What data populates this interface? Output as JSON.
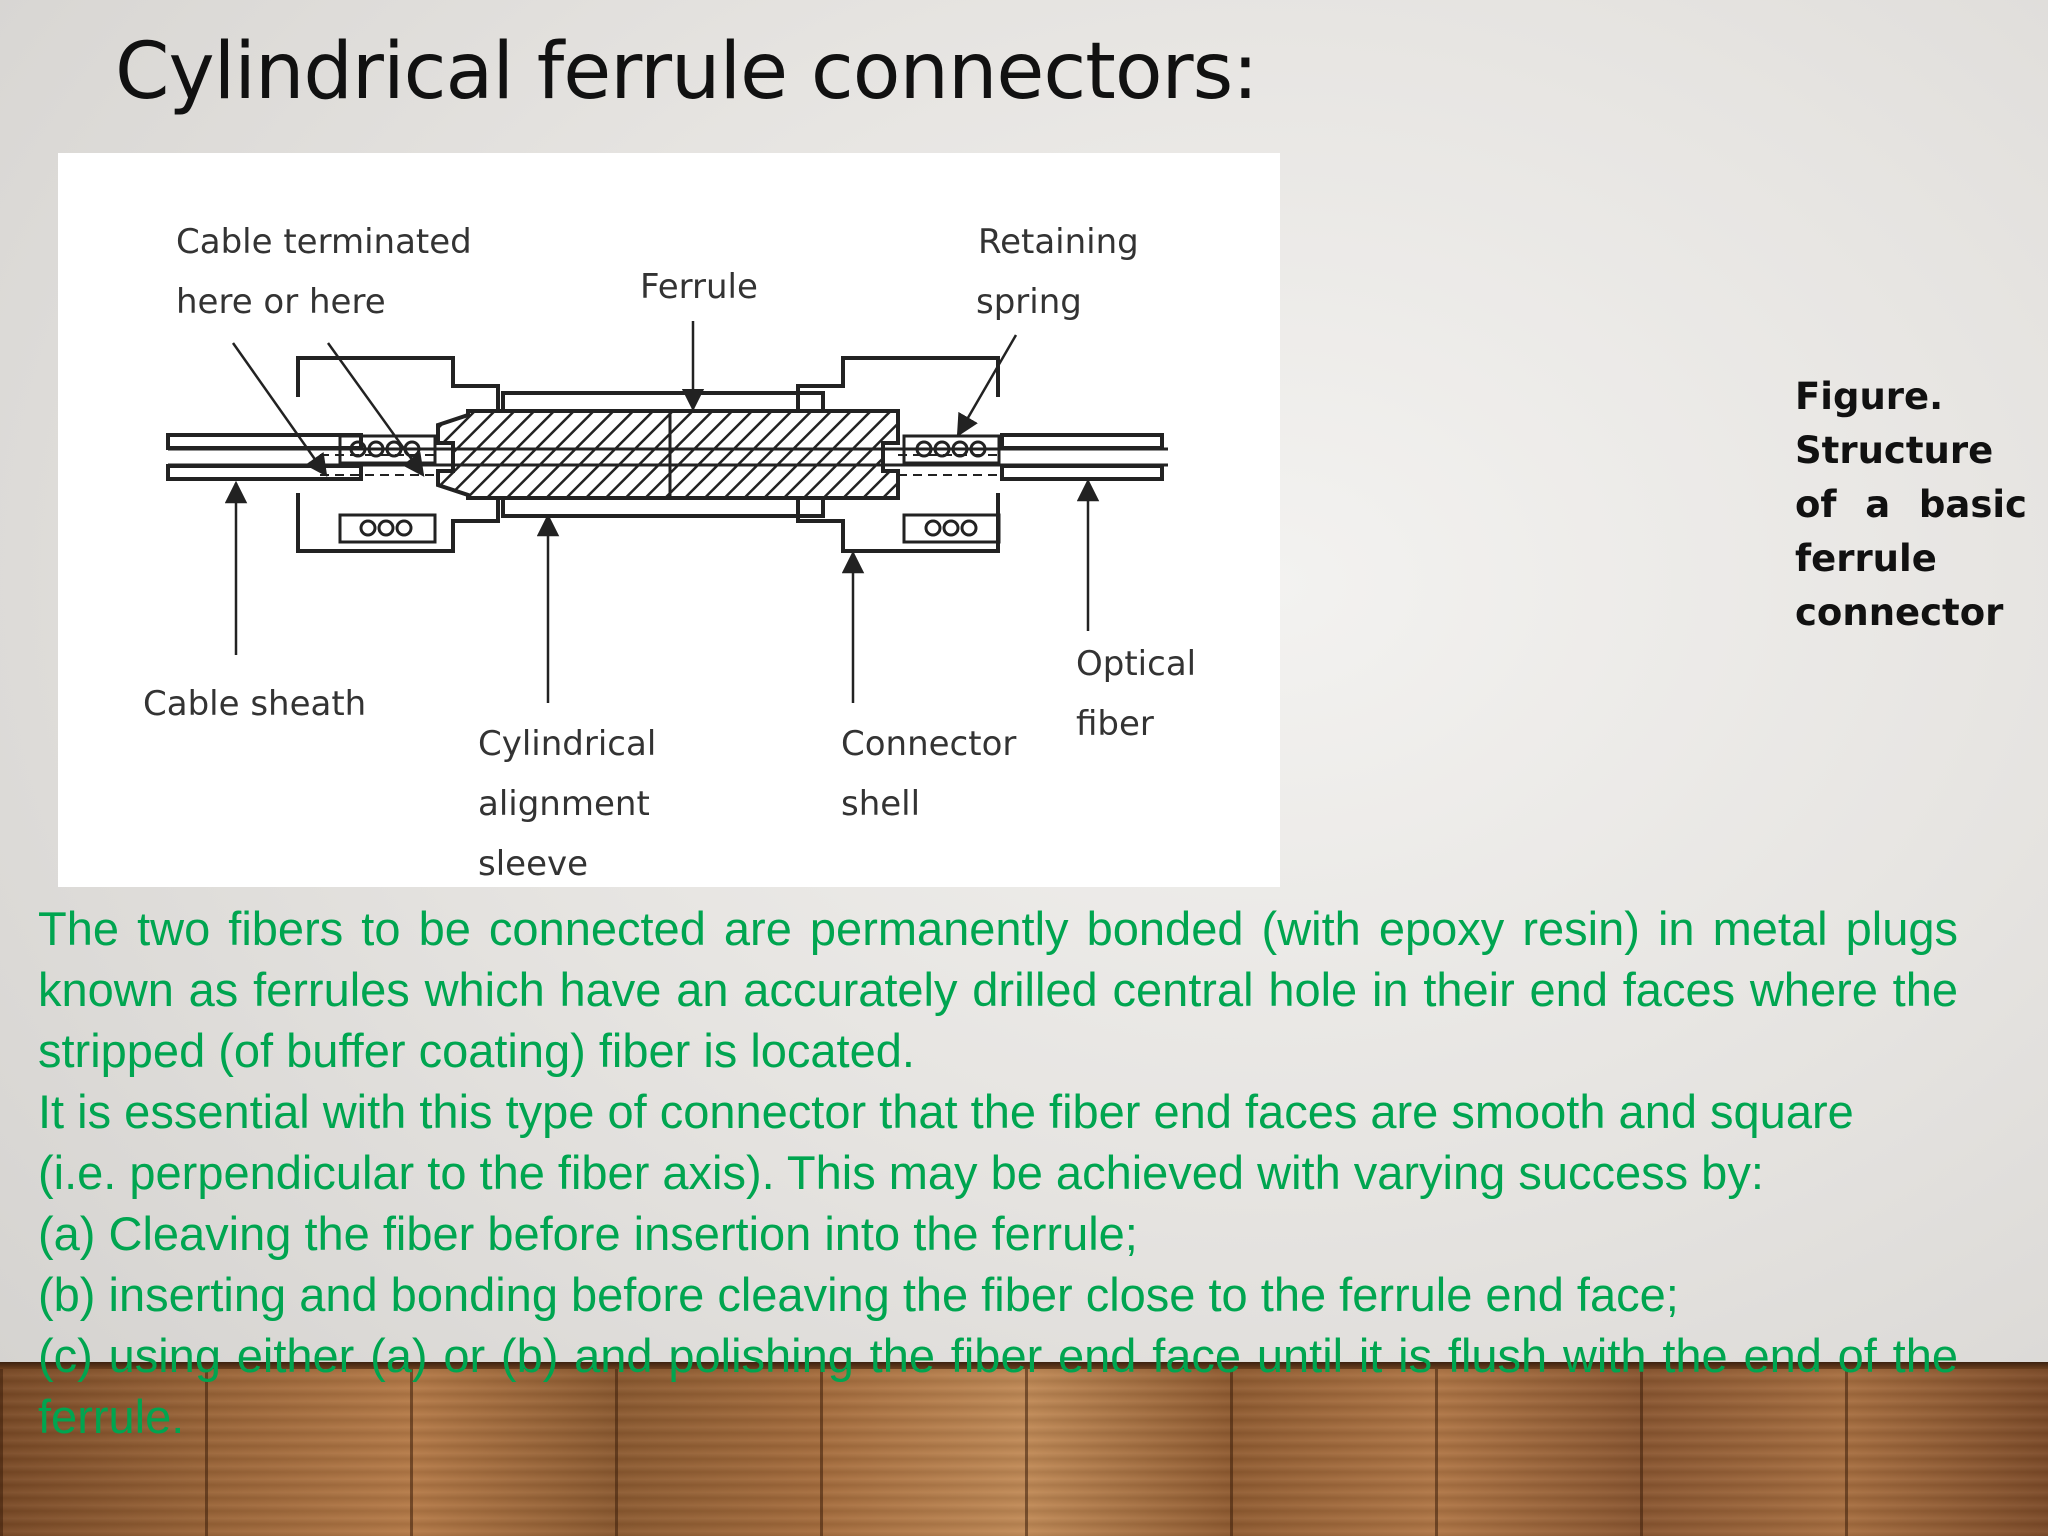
{
  "slide": {
    "title": "Cylindrical ferrule connectors:",
    "caption": "Figure. Structure of a basic ferrule connector",
    "figure_labels": {
      "cable_terminated_1": "Cable terminated",
      "cable_terminated_2": "here or here",
      "ferrule": "Ferrule",
      "retaining_spring_1": "Retaining",
      "retaining_spring_2": "spring",
      "cable_sheath": "Cable sheath",
      "alignment_sleeve_1": "Cylindrical",
      "alignment_sleeve_2": "alignment",
      "alignment_sleeve_3": "sleeve",
      "connector_shell_1": "Connector",
      "connector_shell_2": "shell",
      "optical_fiber_1": "Optical",
      "optical_fiber_2": "fiber"
    },
    "paragraphs": [
      " The two fibers to be connected are permanently bonded (with epoxy resin) in metal plugs known as ferrules which have an accurately drilled central hole in their end faces where the stripped (of buffer coating) fiber is located.",
      "It is essential with this type of connector that the fiber end faces are smooth and square",
      "(i.e. perpendicular to the fiber axis). This may be achieved with varying success by:",
      "(a) Cleaving the fiber before insertion into the ferrule;",
      "(b) inserting and bonding before cleaving the fiber close to the ferrule end face;",
      "(c) using either (a) or (b) and polishing the fiber end face until it is flush with the end of the ferrule."
    ],
    "colors": {
      "body_text": "#00a550",
      "title": "#111111"
    }
  }
}
